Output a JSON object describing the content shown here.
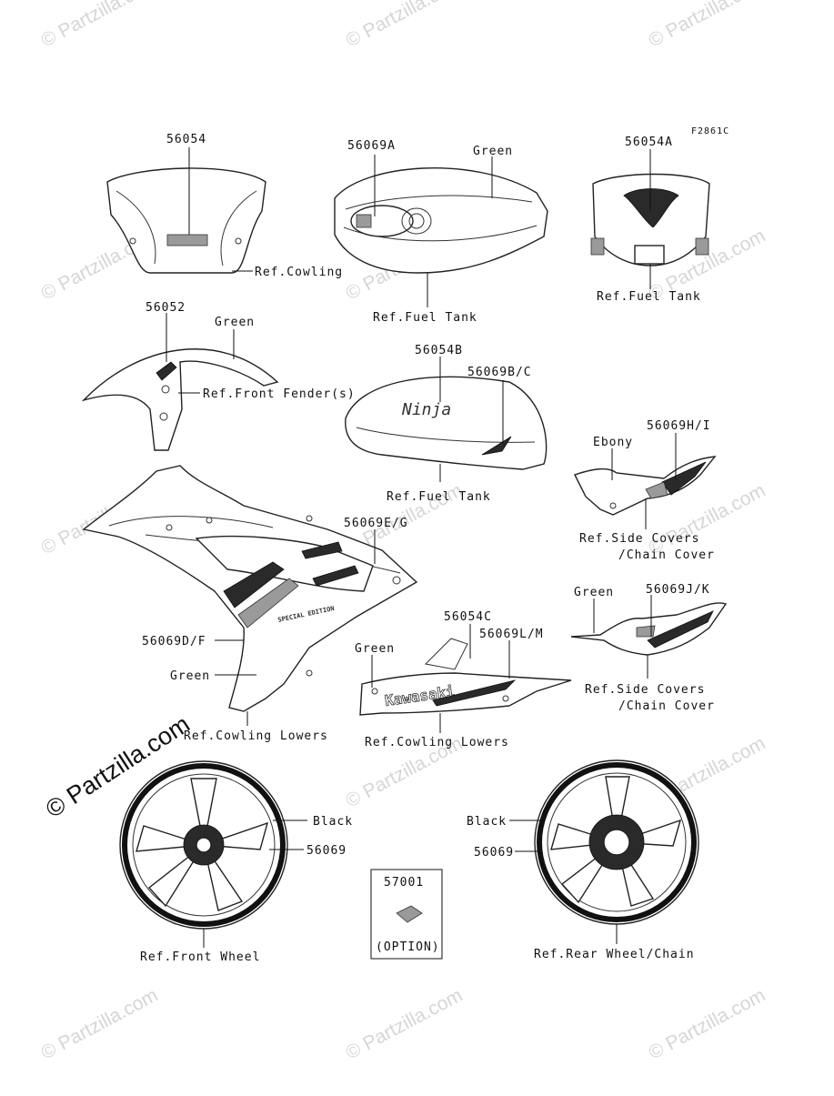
{
  "diagram": {
    "figure_code": "F2861C",
    "watermark": "© Partzilla.com",
    "watermark_overlay": "© Partzilla.com",
    "callouts": {
      "windshield": {
        "part": "56054",
        "ref": "Ref.Cowling"
      },
      "tank_top": {
        "part": "56069A",
        "color": "Green",
        "ref": "Ref.Fuel Tank"
      },
      "rear_cowl": {
        "part": "56054A",
        "ref": "Ref.Fuel Tank"
      },
      "fender": {
        "part": "56052",
        "color": "Green",
        "ref": "Ref.Front Fender(s)"
      },
      "tank_side": {
        "part_a": "56054B",
        "part_b": "56069B/C",
        "ref": "Ref.Fuel Tank"
      },
      "side_cover_top": {
        "color": "Ebony",
        "part": "56069H/I",
        "ref_1": "Ref.Side Covers",
        "ref_2": "/Chain Cover"
      },
      "fairing": {
        "part_a": "56069E/G",
        "part_b": "56069D/F",
        "color": "Green",
        "ref": "Ref.Cowling Lowers"
      },
      "side_cover_bottom": {
        "color": "Green",
        "part": "56069J/K",
        "ref_1": "Ref.Side Covers",
        "ref_2": "/Chain Cover"
      },
      "lower_cowl": {
        "color": "Green",
        "part_a": "56054C",
        "part_b": "56069L/M",
        "ref": "Ref.Cowling Lowers"
      },
      "front_wheel": {
        "color": "Black",
        "part": "56069",
        "ref": "Ref.Front Wheel"
      },
      "option_box": {
        "part": "57001",
        "note": "(OPTION)"
      },
      "rear_wheel": {
        "color": "Black",
        "part": "56069",
        "ref": "Ref.Rear Wheel/Chain"
      }
    },
    "decal_text": {
      "brand": "Kawasaki",
      "model": "Ninja",
      "edition": "SPECIAL EDITION"
    }
  }
}
